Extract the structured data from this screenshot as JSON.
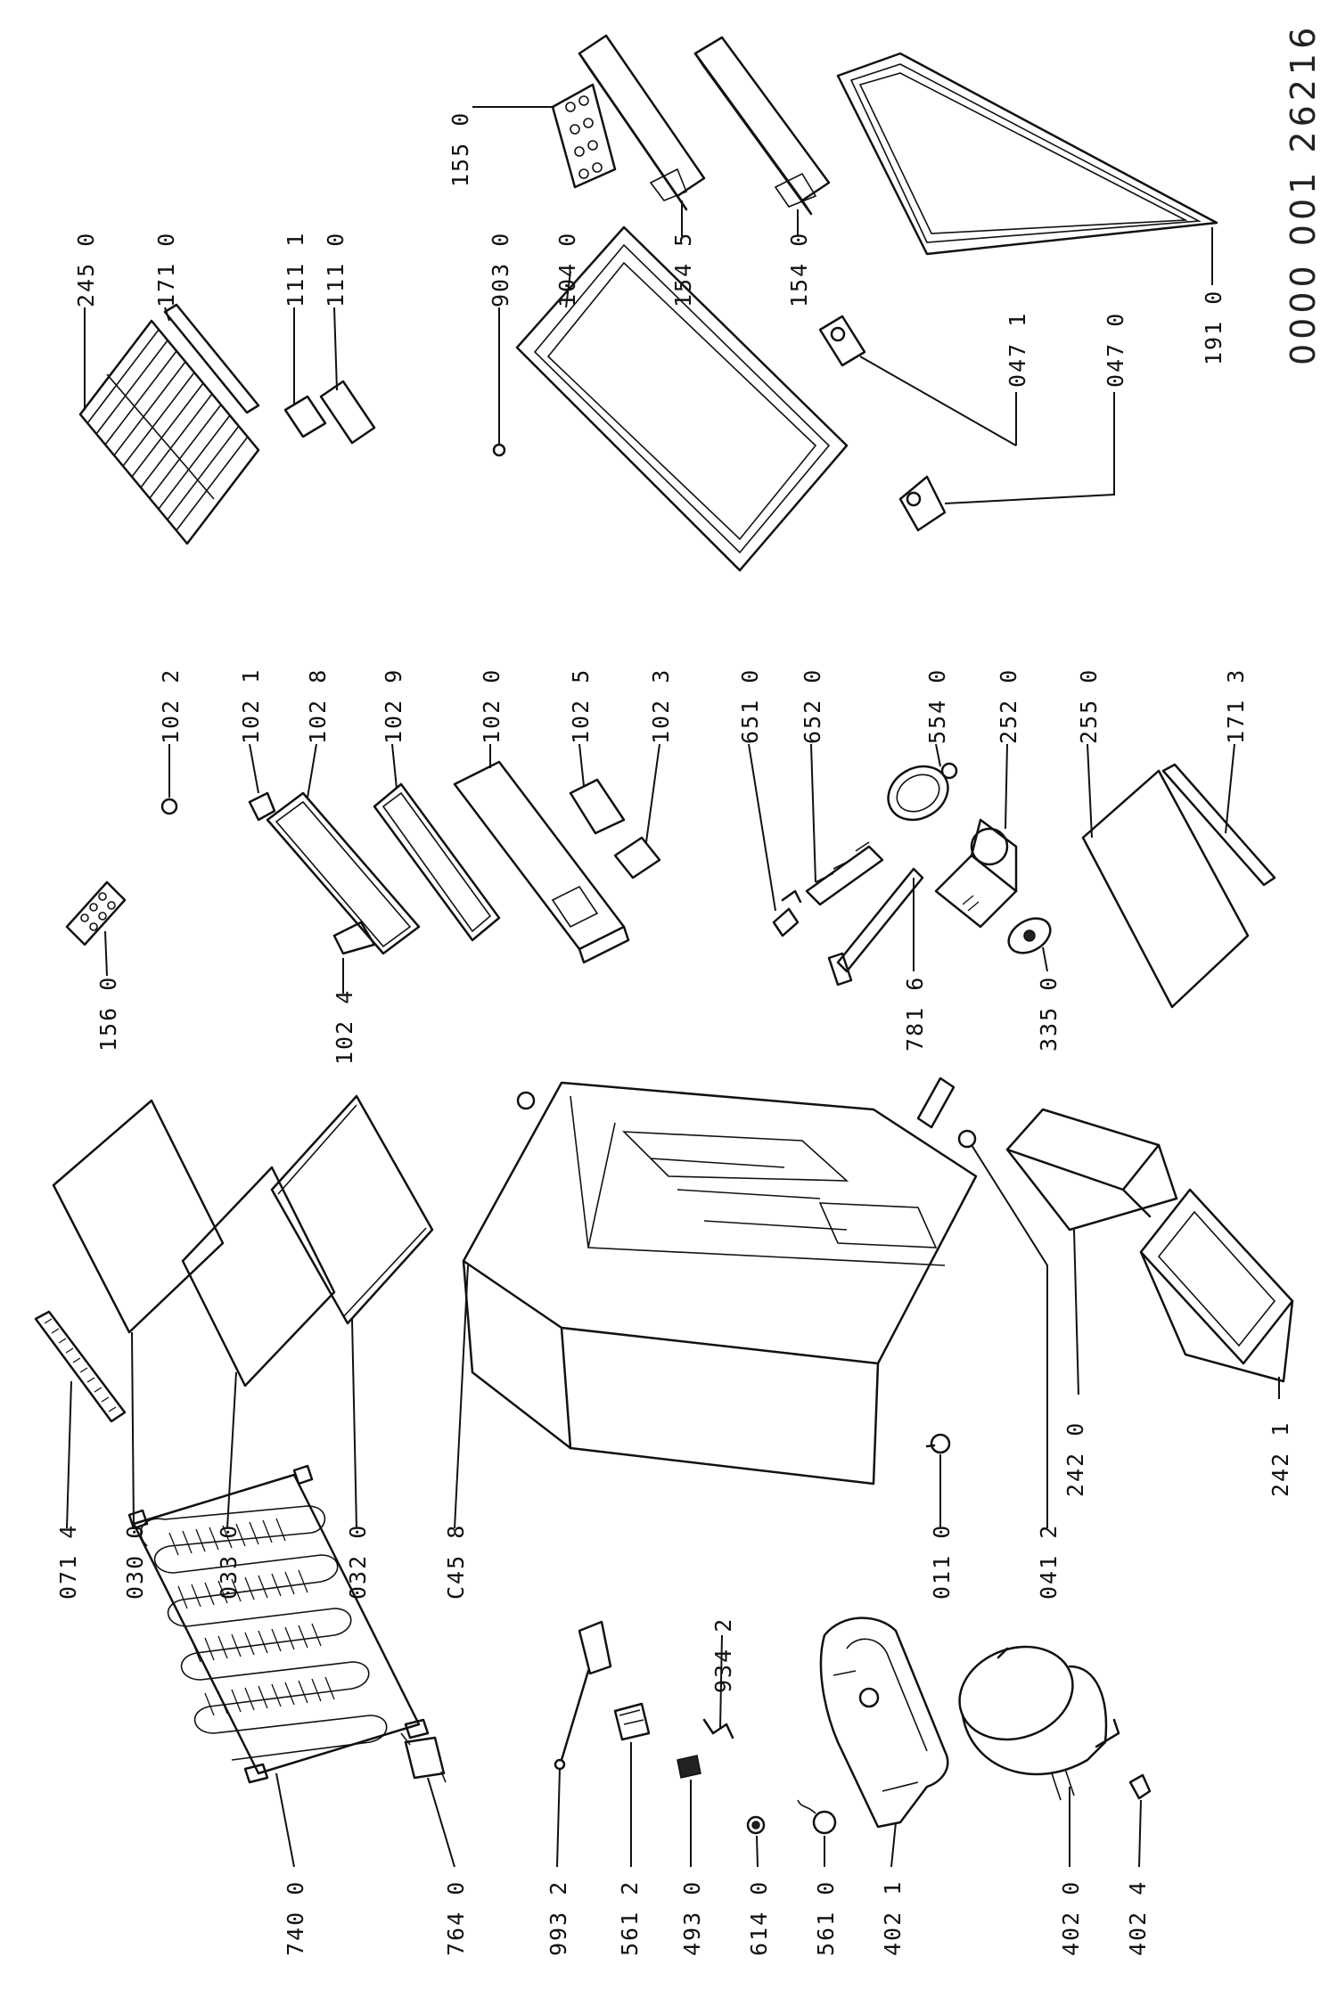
{
  "document_number": "0000 001 26216",
  "labels": {
    "p740_0": "740 0",
    "p764_0": "764 0",
    "p993_2": "993 2",
    "p561_2": "561 2",
    "p934_2": "934 2",
    "p493_0": "493 0",
    "p614_0": "614 0",
    "p561_0": "561 0",
    "p402_1": "402 1",
    "p402_0": "402 0",
    "p402_4": "402 4",
    "p071_4": "071 4",
    "p030_0": "030 0",
    "p033_0": "033 0",
    "p032_0": "032 0",
    "pC45_8": "C45 8",
    "p011_0": "011 0",
    "p041_2": "041 2",
    "p242_0": "242 0",
    "p242_1": "242 1",
    "p156_0": "156 0",
    "p102_4": "102 4",
    "p102_2": "102 2",
    "p102_1": "102 1",
    "p102_8": "102 8",
    "p102_9": "102 9",
    "p102_0": "102 0",
    "p102_5": "102 5",
    "p102_3": "102 3",
    "p651_0": "651 0",
    "p652_0": "652 0",
    "p554_0": "554 0",
    "p252_0": "252 0",
    "p255_0": "255 0",
    "p171_3": "171 3",
    "p781_6": "781 6",
    "p335_0": "335 0",
    "p245_0": "245 0",
    "p171_0": "171 0",
    "p111_1": "111 1",
    "p111_0": "111 0",
    "p903_0": "903 0",
    "p104_0": "104 0",
    "p155_0": "155 0",
    "p154_5": "154 5",
    "p154_0": "154 0",
    "p047_1": "047 1",
    "p047_0": "047 0",
    "p191_0": "191 0"
  }
}
